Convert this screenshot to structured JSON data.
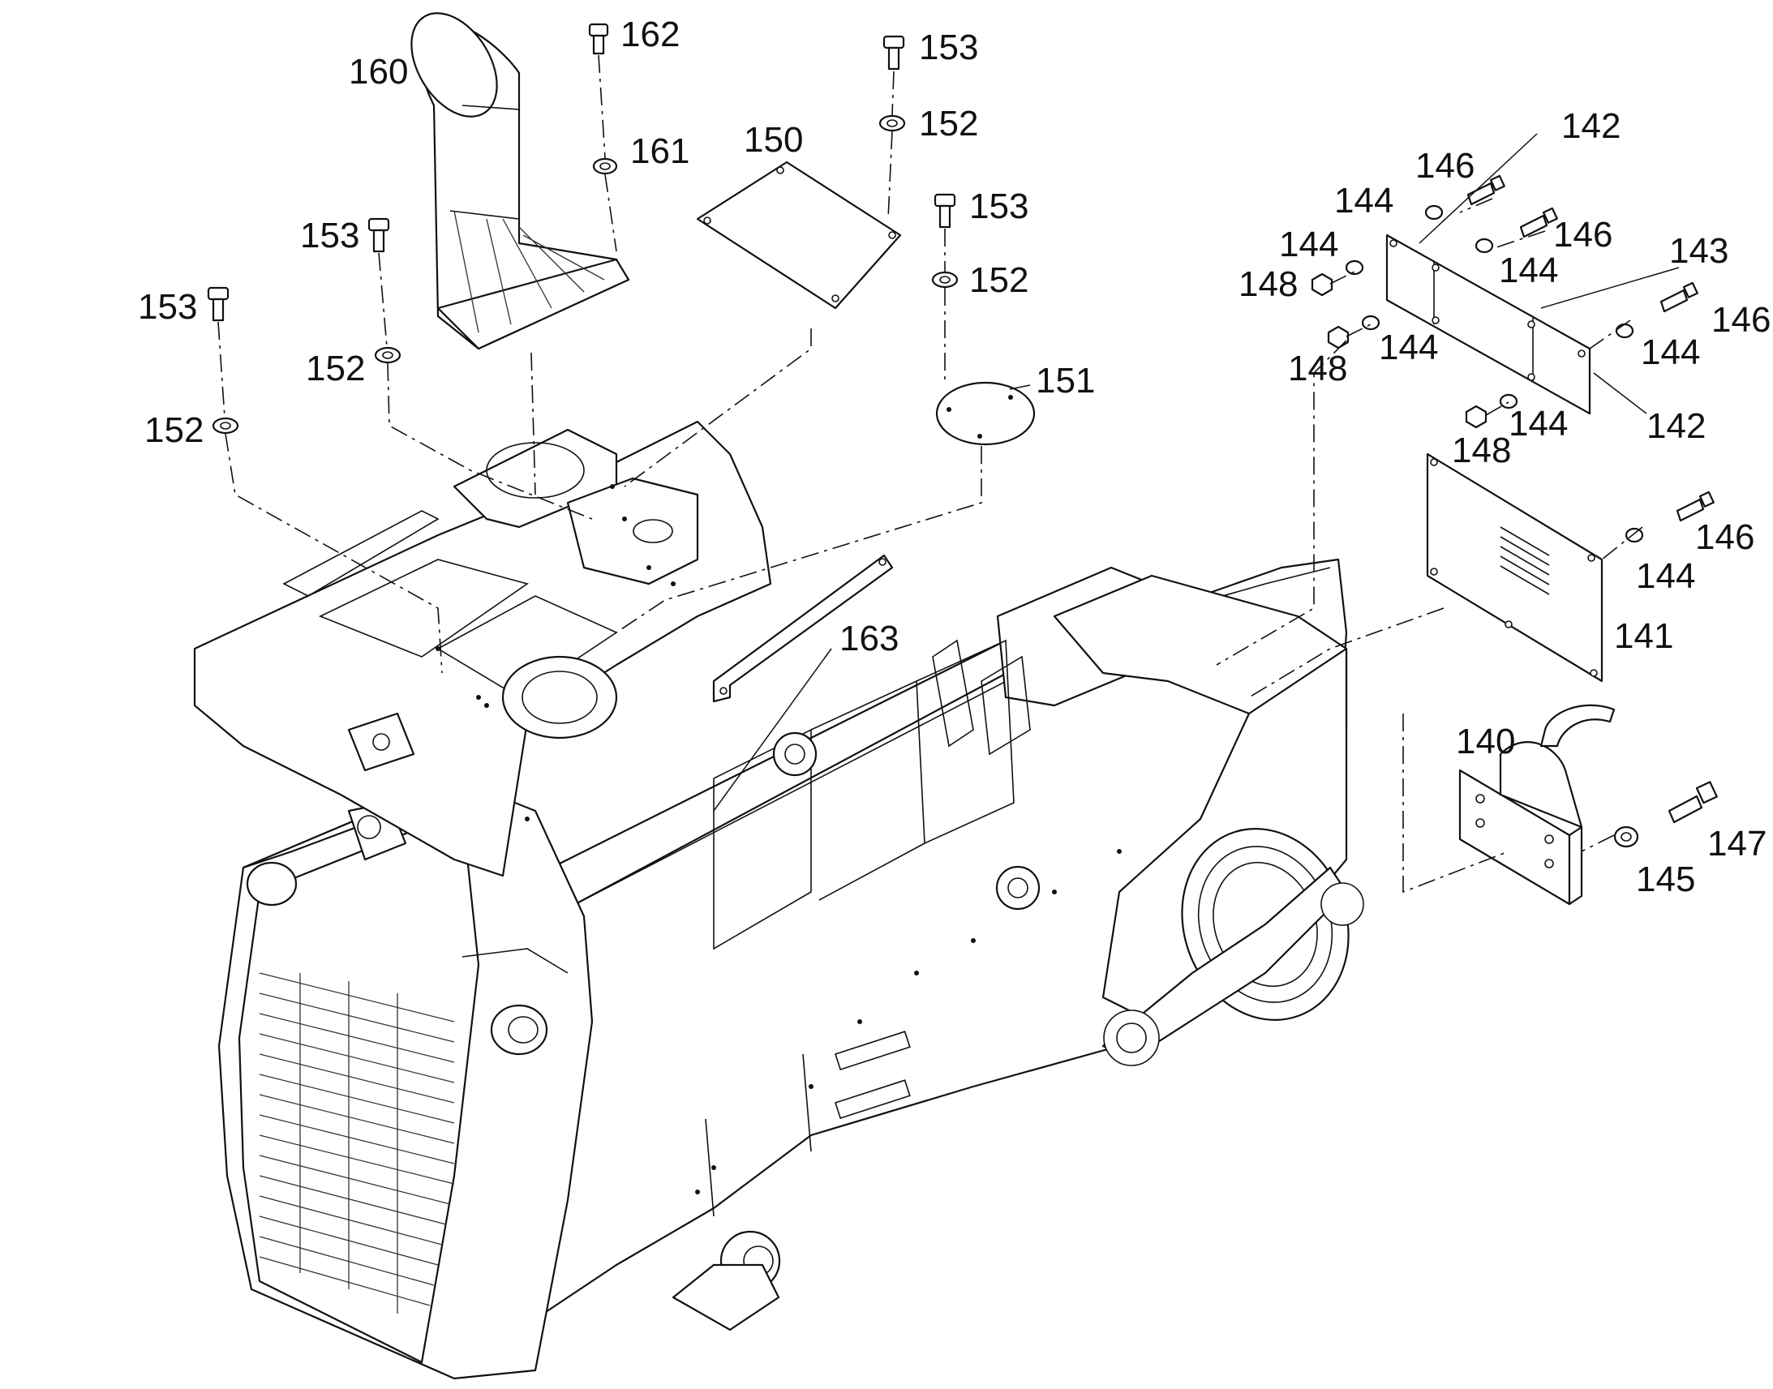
{
  "callouts": [
    {
      "id": "c160",
      "text": "160"
    },
    {
      "id": "c162",
      "text": "162"
    },
    {
      "id": "c161",
      "text": "161"
    },
    {
      "id": "c153a",
      "text": "153"
    },
    {
      "id": "c152a",
      "text": "152"
    },
    {
      "id": "c150",
      "text": "150"
    },
    {
      "id": "c153b",
      "text": "153"
    },
    {
      "id": "c152b",
      "text": "152"
    },
    {
      "id": "c151",
      "text": "151"
    },
    {
      "id": "c153c",
      "text": "153"
    },
    {
      "id": "c152c",
      "text": "152"
    },
    {
      "id": "c153d",
      "text": "153"
    },
    {
      "id": "c152d",
      "text": "152"
    },
    {
      "id": "c163",
      "text": "163"
    },
    {
      "id": "c142a",
      "text": "142"
    },
    {
      "id": "c146a",
      "text": "146"
    },
    {
      "id": "c144a",
      "text": "144"
    },
    {
      "id": "c144b",
      "text": "144"
    },
    {
      "id": "c148a",
      "text": "148"
    },
    {
      "id": "c146b",
      "text": "146"
    },
    {
      "id": "c143",
      "text": "143"
    },
    {
      "id": "c144c",
      "text": "144"
    },
    {
      "id": "c148b",
      "text": "148"
    },
    {
      "id": "c144d",
      "text": "144"
    },
    {
      "id": "c146c",
      "text": "146"
    },
    {
      "id": "c144e",
      "text": "144"
    },
    {
      "id": "c148c",
      "text": "148"
    },
    {
      "id": "c144f",
      "text": "144"
    },
    {
      "id": "c142b",
      "text": "142"
    },
    {
      "id": "c146d",
      "text": "146"
    },
    {
      "id": "c144g",
      "text": "144"
    },
    {
      "id": "c141",
      "text": "141"
    },
    {
      "id": "c140",
      "text": "140"
    },
    {
      "id": "c147",
      "text": "147"
    },
    {
      "id": "c145",
      "text": "145"
    }
  ]
}
